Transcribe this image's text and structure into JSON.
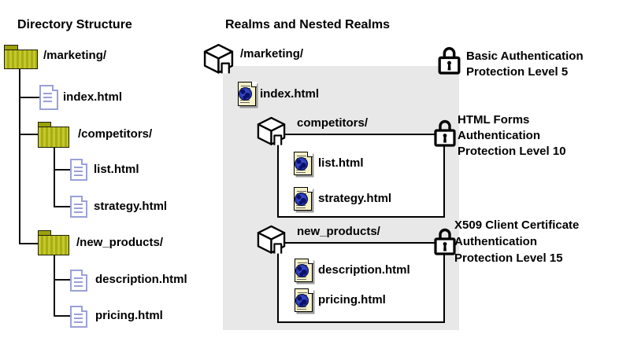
{
  "directory_tree": {
    "heading": "Directory Structure",
    "root": {
      "type": "folder",
      "label": "/marketing/"
    },
    "children": [
      {
        "type": "file",
        "label": "index.html"
      },
      {
        "type": "folder",
        "label": "/competitors/",
        "children": [
          {
            "type": "file",
            "label": "list.html"
          },
          {
            "type": "file",
            "label": "strategy.html"
          }
        ]
      },
      {
        "type": "folder",
        "label": "/new_products/",
        "children": [
          {
            "type": "file",
            "label": "description.html"
          },
          {
            "type": "file",
            "label": "pricing.html"
          }
        ]
      }
    ]
  },
  "realms_view": {
    "heading": "Realms and Nested Realms",
    "root_realm": {
      "label": "/marketing/",
      "files": [
        {
          "label": "index.html"
        }
      ],
      "auth": {
        "lines": [
          "Basic Authentication",
          "Protection Level 5"
        ]
      },
      "nested": [
        {
          "label": "competitors/",
          "files": [
            {
              "label": "list.html"
            },
            {
              "label": "strategy.html"
            }
          ],
          "auth": {
            "lines": [
              "HTML Forms",
              "Authentication",
              "Protection Level 10"
            ]
          }
        },
        {
          "label": "new_products/",
          "files": [
            {
              "label": "description.html"
            },
            {
              "label": "pricing.html"
            }
          ],
          "auth": {
            "lines": [
              "X509 Client Certificate",
              "Authentication",
              "Protection Level 15"
            ]
          }
        }
      ]
    }
  },
  "colors": {
    "ink": "#111111",
    "folder_light": "#c3c92b",
    "folder_dark": "#a8ae13",
    "folder_tab": "#9ba10a",
    "file_outline": "#9aa0d8",
    "doc_page": "#f5f1c9",
    "doc_shadow": "#9a9a9a",
    "globe_blue": "#2334b0",
    "globe_dark": "#0c1168",
    "realm_bg": "#e8e8e8"
  }
}
